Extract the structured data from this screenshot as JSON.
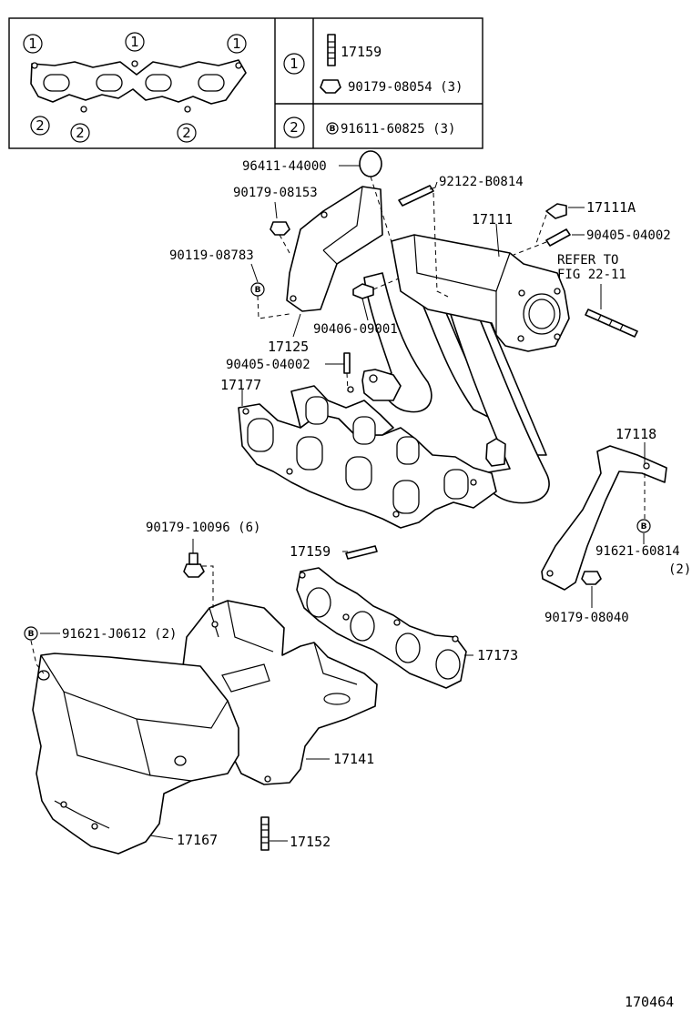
{
  "legend": {
    "ref1_marker": "1",
    "ref2_marker": "2",
    "row1": {
      "marker": "1",
      "parts": [
        "17159",
        "90179-08054 (3)"
      ]
    },
    "row2": {
      "marker": "2",
      "bolt_marker": "B",
      "parts": [
        "91611-60825 (3)"
      ]
    }
  },
  "labels": {
    "p96411": "96411-44000",
    "p92122": "92122-B0814",
    "p90179_08153": "90179-08153",
    "p17111A": "17111A",
    "p17111": "17111",
    "p90405_top": "90405-04002",
    "p90119": "90119-08783",
    "refer1": "REFER TO",
    "refer2": "FIG 22-11",
    "p90406": "90406-09001",
    "p17125": "17125",
    "p90405_mid": "90405-04002",
    "p17177": "17177",
    "p17118": "17118",
    "p91621_60814": "91621-60814",
    "p91621_60814_qty": "(2)",
    "p90179_10096": "90179-10096 (6)",
    "p17159": "17159",
    "p90179_08040": "90179-08040",
    "p91621_J0612": "91621-J0612 (2)",
    "p17173": "17173",
    "p17141": "17141",
    "p17167": "17167",
    "p17152": "17152",
    "bolt_marker": "B",
    "figure_id": "170464"
  }
}
